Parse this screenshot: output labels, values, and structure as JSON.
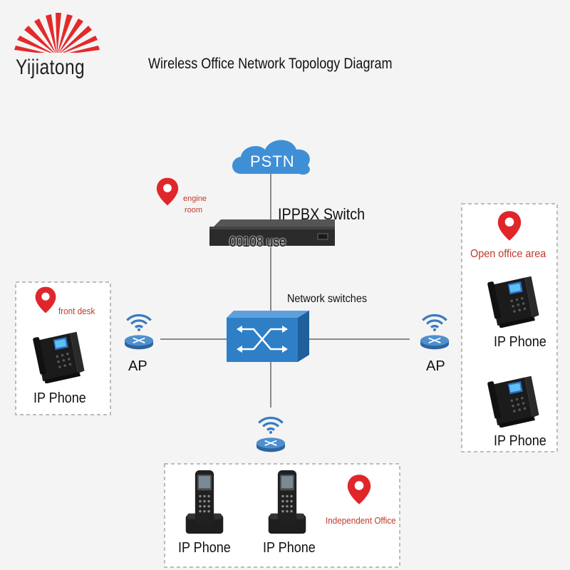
{
  "brand": {
    "name": "Yijiatong",
    "color": "#e32a2a"
  },
  "title": "Wireless Office Network Topology Diagram",
  "nodes": {
    "pstn": {
      "label": "PSTN",
      "icon": "cloud-icon"
    },
    "ippbx": {
      "label": "IPPBX Switch",
      "note": "00108 use",
      "icon": "rack-switch-icon"
    },
    "network_switch": {
      "label": "Network switches",
      "icon": "network-switch-icon"
    },
    "ap_left": {
      "label": "AP",
      "icon": "wireless-router-icon"
    },
    "ap_right": {
      "label": "AP",
      "icon": "wireless-router-icon"
    },
    "ap_bottom": {
      "icon": "wireless-router-icon"
    }
  },
  "locations": {
    "engine_room": {
      "line1": "engine",
      "line2": "room"
    },
    "front_desk": "front desk",
    "open_office": "Open office area",
    "independent_office": "Independent Office"
  },
  "phones": {
    "front_desk": "IP Phone",
    "open_office_1": "IP Phone",
    "open_office_2": "IP Phone",
    "independent_1": "IP Phone",
    "independent_2": "IP Phone"
  },
  "colors": {
    "cloud": "#3f8fd6",
    "switch_box": "#2e7fc6",
    "router": "#3a7bbf",
    "location_pin": "#e0262a",
    "location_text": "#c0392b",
    "link": "#8a8a8a"
  }
}
